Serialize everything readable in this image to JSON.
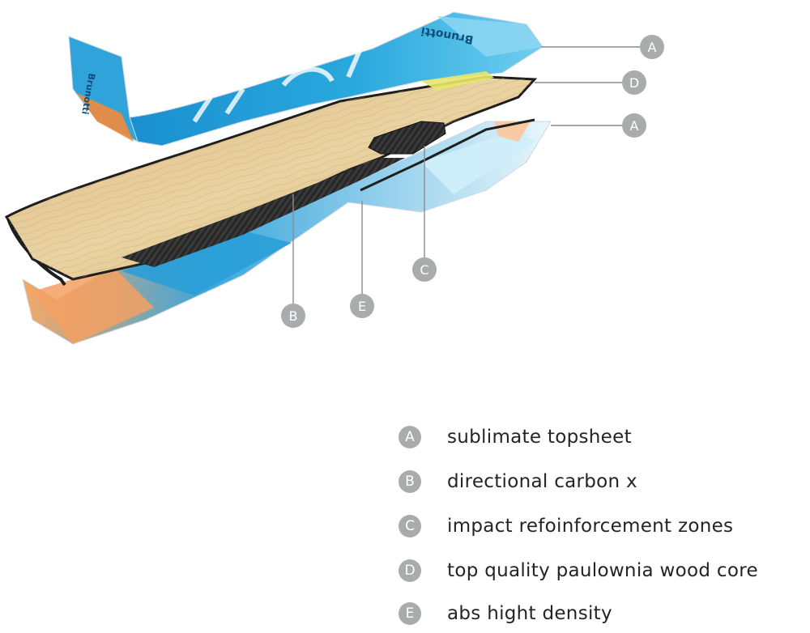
{
  "callouts": [
    {
      "letter": "A"
    },
    {
      "letter": "D"
    },
    {
      "letter": "A"
    },
    {
      "letter": "C"
    },
    {
      "letter": "B"
    },
    {
      "letter": "E"
    }
  ],
  "legend": [
    {
      "letter": "A",
      "label": "sublimate topsheet"
    },
    {
      "letter": "B",
      "label": "directional carbon x"
    },
    {
      "letter": "C",
      "label": "impact refoinforcement zones"
    },
    {
      "letter": "D",
      "label": "top quality paulownia  wood core"
    },
    {
      "letter": "E",
      "label": "abs hight density"
    }
  ],
  "board_brand_text": "Brunotti",
  "colors": {
    "badge": "#a9abad",
    "topsheet_blue": "#1f9fd6",
    "topsheet_light": "#7fd3f0",
    "accent_orange": "#f28c3a",
    "wood": "#e3c996",
    "carbon": "#2a2a2a",
    "leader": "#8c8c8c"
  }
}
